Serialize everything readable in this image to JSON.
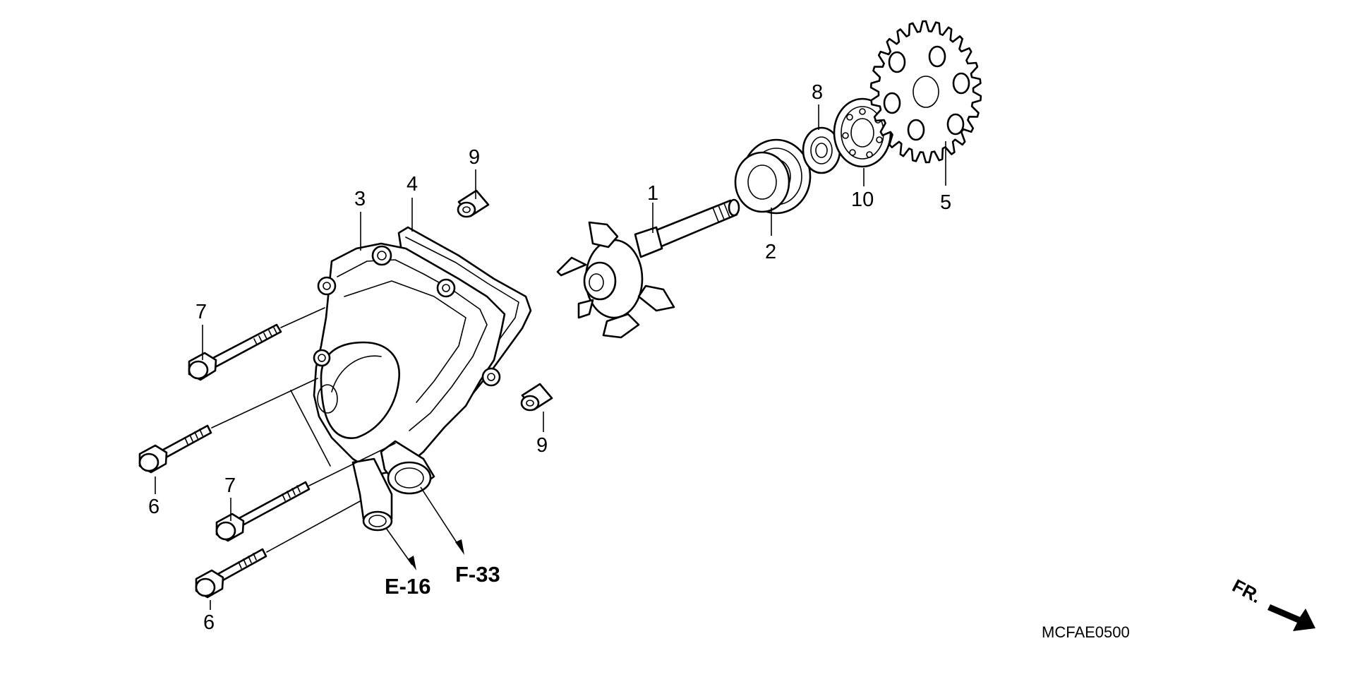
{
  "diagram": {
    "callouts": {
      "c1": "1",
      "c2": "2",
      "c3": "3",
      "c4": "4",
      "c5": "5",
      "c6a": "6",
      "c6b": "6",
      "c7a": "7",
      "c7b": "7",
      "c8": "8",
      "c9a": "9",
      "c9b": "9",
      "c10": "10"
    },
    "references": {
      "e16": "E-16",
      "f33": "F-33"
    },
    "code": "MCFAE0500",
    "direction_label": "FR."
  }
}
